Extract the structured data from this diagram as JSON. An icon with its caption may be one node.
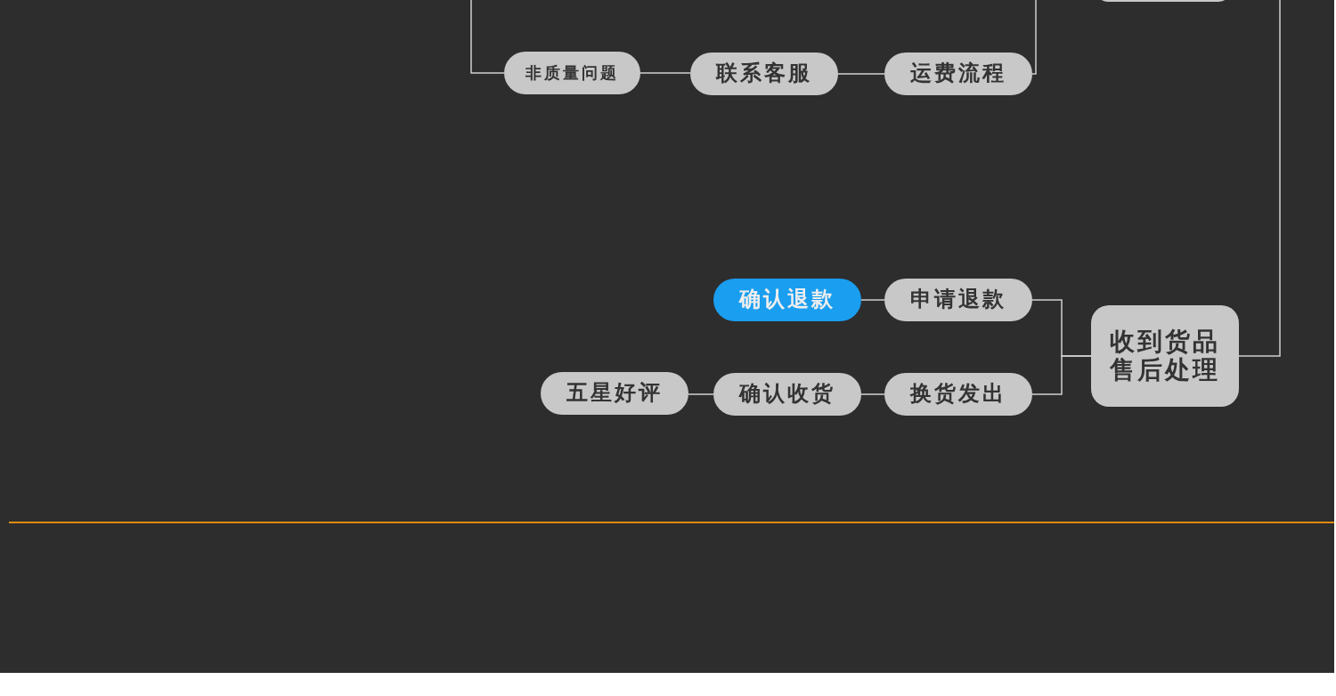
{
  "diagram": {
    "nodes": [
      {
        "text": [],
        "shape": "box"
      },
      {
        "text": [
          "非质量问题"
        ]
      },
      {
        "text": [
          "联系客服"
        ]
      },
      {
        "text": [
          "运费流程"
        ]
      },
      {
        "text": [
          "收到货品售后处理"
        ]
      },
      {
        "text": [
          "确认退款"
        ]
      },
      {
        "text": [
          "申请退款"
        ]
      },
      {
        "text": [
          "五星好评"
        ]
      },
      {
        "text": [
          "确认收货"
        ]
      },
      {
        "text": [
          "换货发出"
        ]
      }
    ],
    "edges": [
      {
        "from": null,
        "to": 1,
        "arrow": "none"
      },
      {
        "from": 1,
        "to": 2,
        "arrow": "none"
      },
      {
        "from": 2,
        "to": 3,
        "arrow": "none"
      },
      {
        "from": null,
        "to": 3,
        "arrow": "none"
      },
      {
        "from": null,
        "to": 4,
        "arrow": "none"
      },
      {
        "from": 4,
        "to": 6,
        "arrow": "none"
      },
      {
        "from": 4,
        "to": 9,
        "arrow": "none"
      },
      {
        "from": 6,
        "to": 5,
        "arrow": "none"
      },
      {
        "from": 9,
        "to": 8,
        "arrow": "none"
      },
      {
        "from": 8,
        "to": 7,
        "arrow": "none"
      }
    ]
  }
}
